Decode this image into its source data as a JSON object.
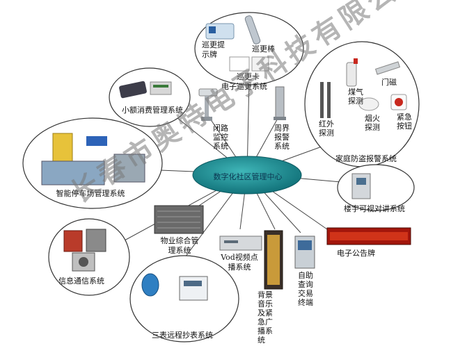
{
  "hub": "数字化社区管理中心",
  "watermark": "长春市奥特电子科技有限公司",
  "nodes": {
    "patrol": "电子巡更系统",
    "patrol_sign": "巡更提示牌",
    "patrol_stick": "巡更棒",
    "patrol_card": "巡更卡",
    "small_pay": "小额消费管理系统",
    "cctv": "闭路监控系统",
    "perimeter": "周界报警系统",
    "home_alarm": "家庭防盗报警系统",
    "ir": "红外探测",
    "gas": "煤气探测",
    "smoke": "烟火探测",
    "door": "门磁",
    "panic": "紧急按钮",
    "parking": "智能停车场管理系统",
    "intercom": "楼宇可视对讲系统",
    "property": "物业综合管理系统",
    "telecom": "信息通信系统",
    "vod": "Vod视频点播系统",
    "music": "背景音乐及紧急广播系统",
    "kiosk": "自助查询交易终端",
    "led": "电子公告牌",
    "meter": "三表远程抄表系统"
  },
  "colors": {
    "hub": "#1f8a8e",
    "line": "#444444",
    "accent_red": "#c8281e"
  }
}
